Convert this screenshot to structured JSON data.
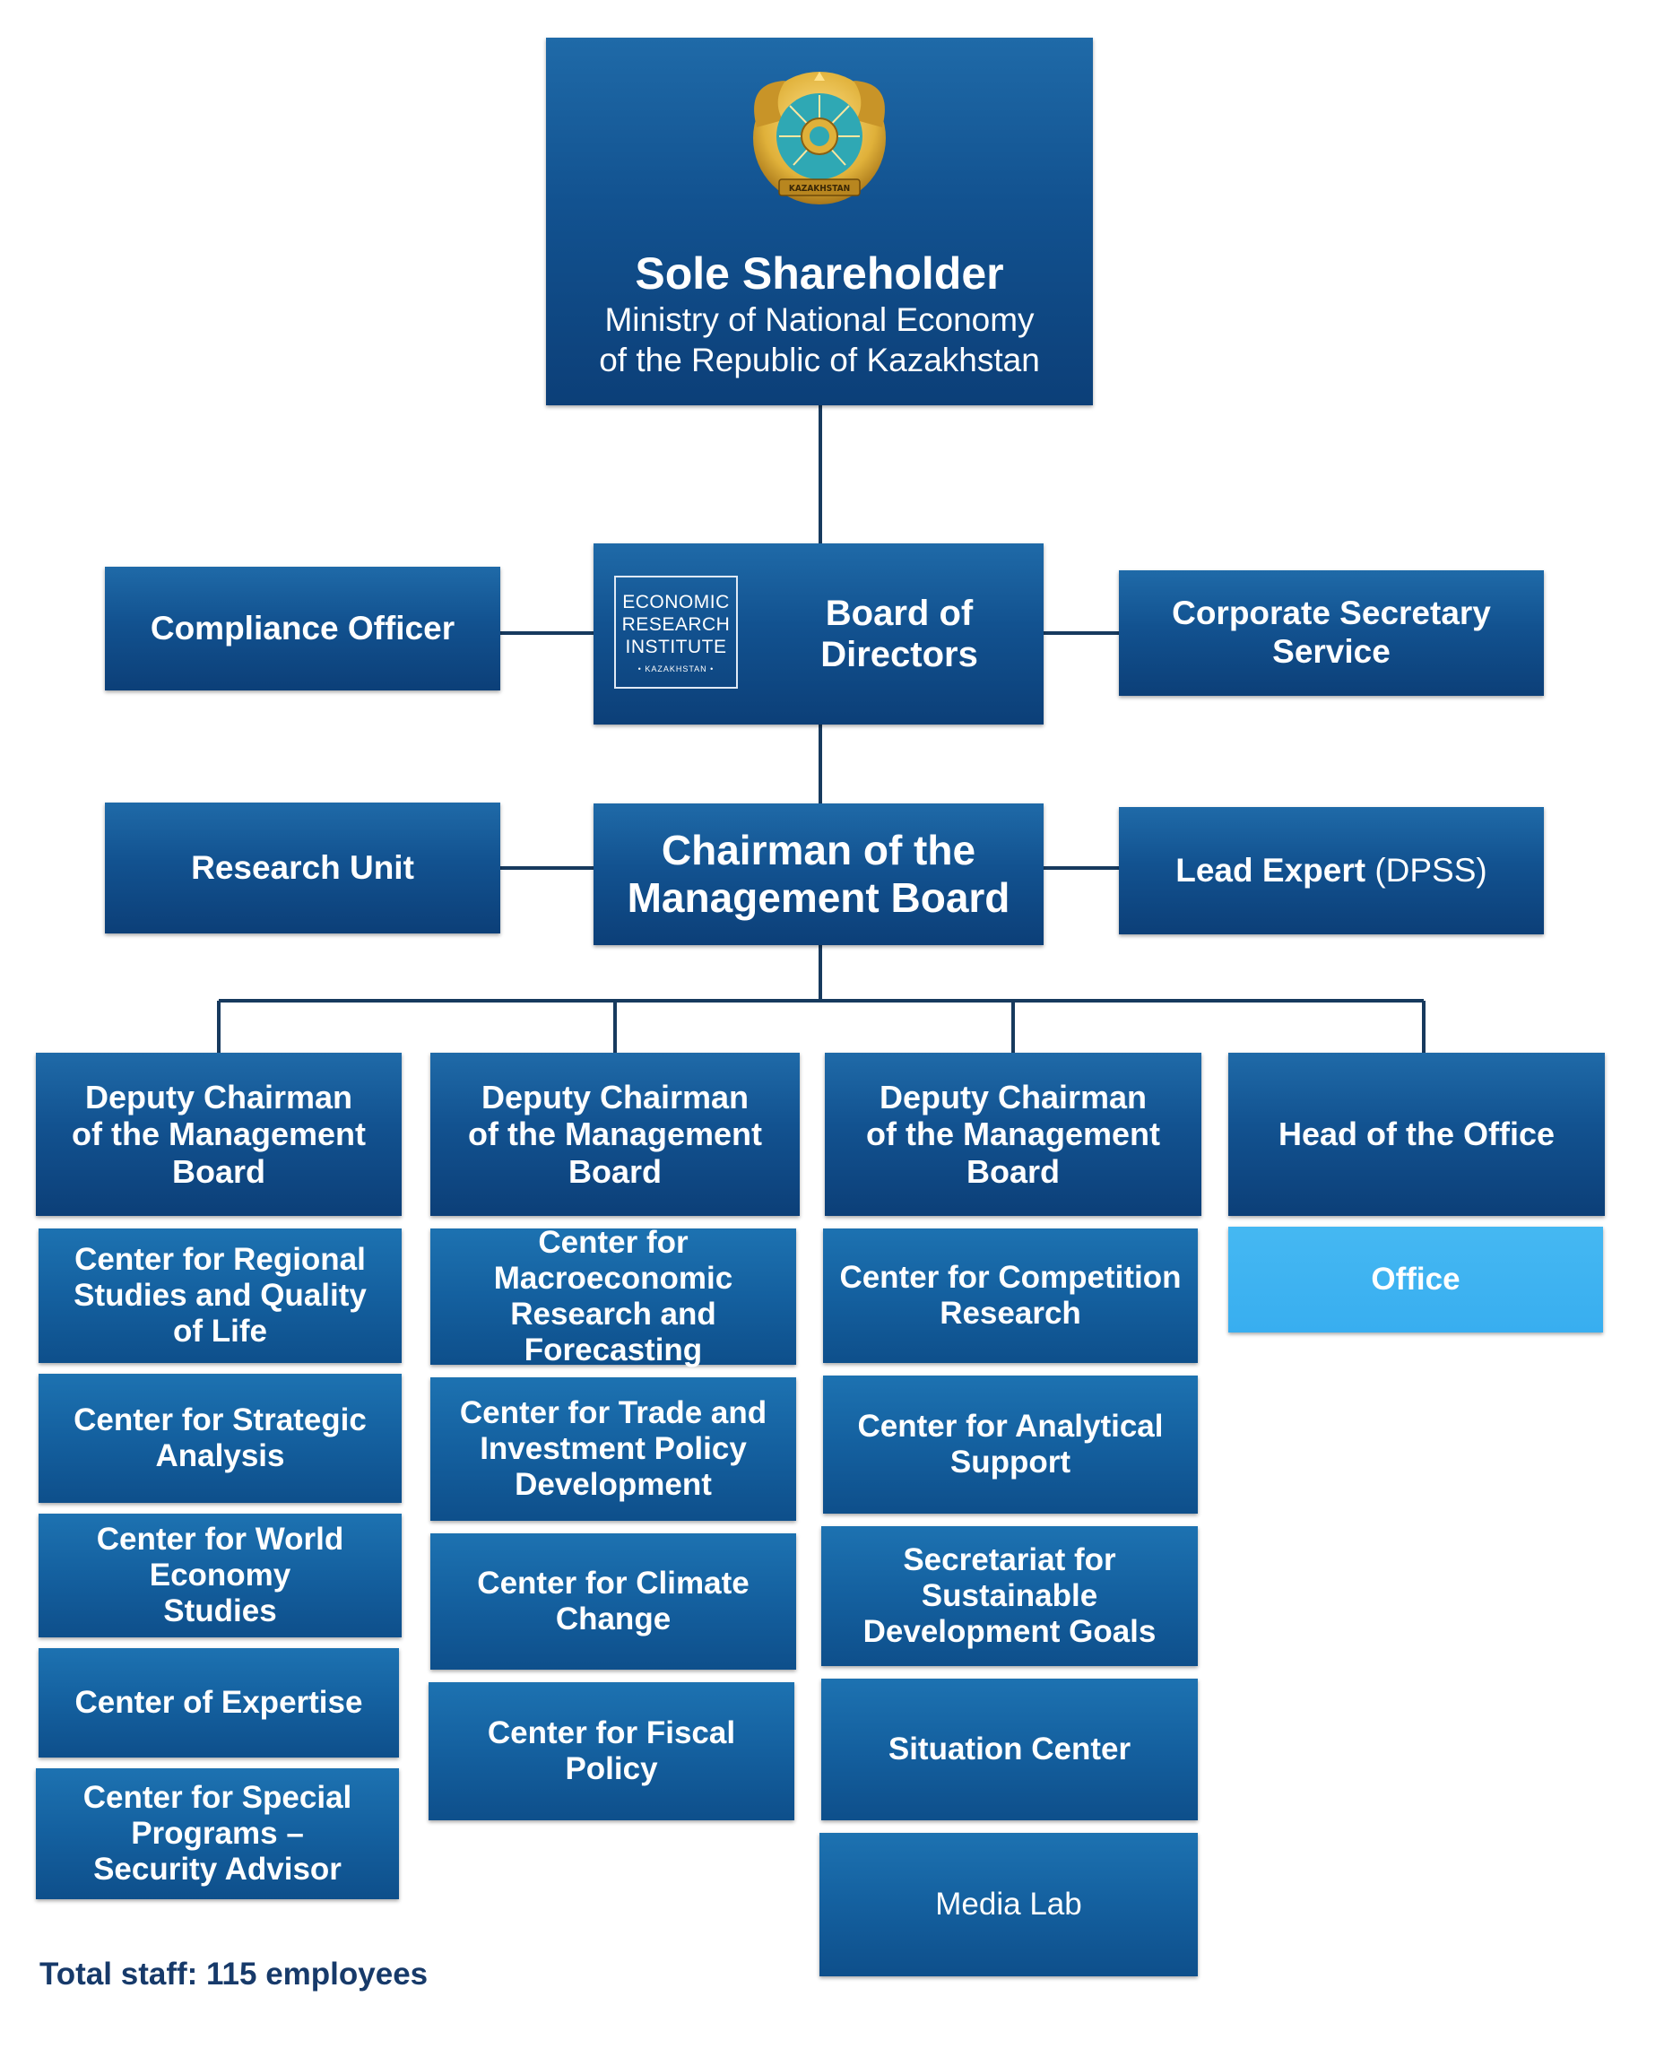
{
  "top": {
    "title": "Sole Shareholder",
    "subtitle": "Ministry of National Economy\nof the Republic of Kazakhstan",
    "emblem_text": "KAZAKHSTAN"
  },
  "row1": {
    "left": "Compliance Officer",
    "center_logo": [
      "ECONOMIC",
      "RESEARCH",
      "INSTITUTE"
    ],
    "center_logo_caption": "• KAZAKHSTAN •",
    "center": "Board of Directors",
    "right": "Corporate Secretary Service"
  },
  "row2": {
    "left": "Research Unit",
    "center": "Chairman of the\nManagement Board",
    "right_main": "Lead Expert",
    "right_suffix": " (DPSS)"
  },
  "heads": [
    "Deputy Chairman\nof the Management Board",
    "Deputy Chairman\nof the Management Board",
    "Deputy Chairman\nof the Management Board",
    "Head of the Office"
  ],
  "columns": [
    [
      "Center for Regional\nStudies and Quality\nof Life",
      "Center for Strategic\nAnalysis",
      "Center for World Economy\nStudies",
      "Center of Expertise",
      "Center for Special Programs –\nSecurity Advisor"
    ],
    [
      "Center for Macroeconomic\nResearch and Forecasting",
      "Center for Trade and\nInvestment Policy\nDevelopment",
      "Center for Climate Change",
      "Center for Fiscal Policy"
    ],
    [
      "Center for Competition\nResearch",
      "Center for Analytical\nSupport",
      "Secretariat for Sustainable\nDevelopment Goals",
      "Situation Center",
      "Media Lab"
    ],
    [
      "Office"
    ]
  ],
  "footer": "Total staff: 115 employees",
  "colors": {
    "box_dark": "#0c3f78",
    "box_mid": "#125290",
    "office_light": "#3fb3f1",
    "connector": "#173a5e",
    "emblem_gold": "#e0b13a",
    "emblem_teal": "#2fa8b4"
  }
}
